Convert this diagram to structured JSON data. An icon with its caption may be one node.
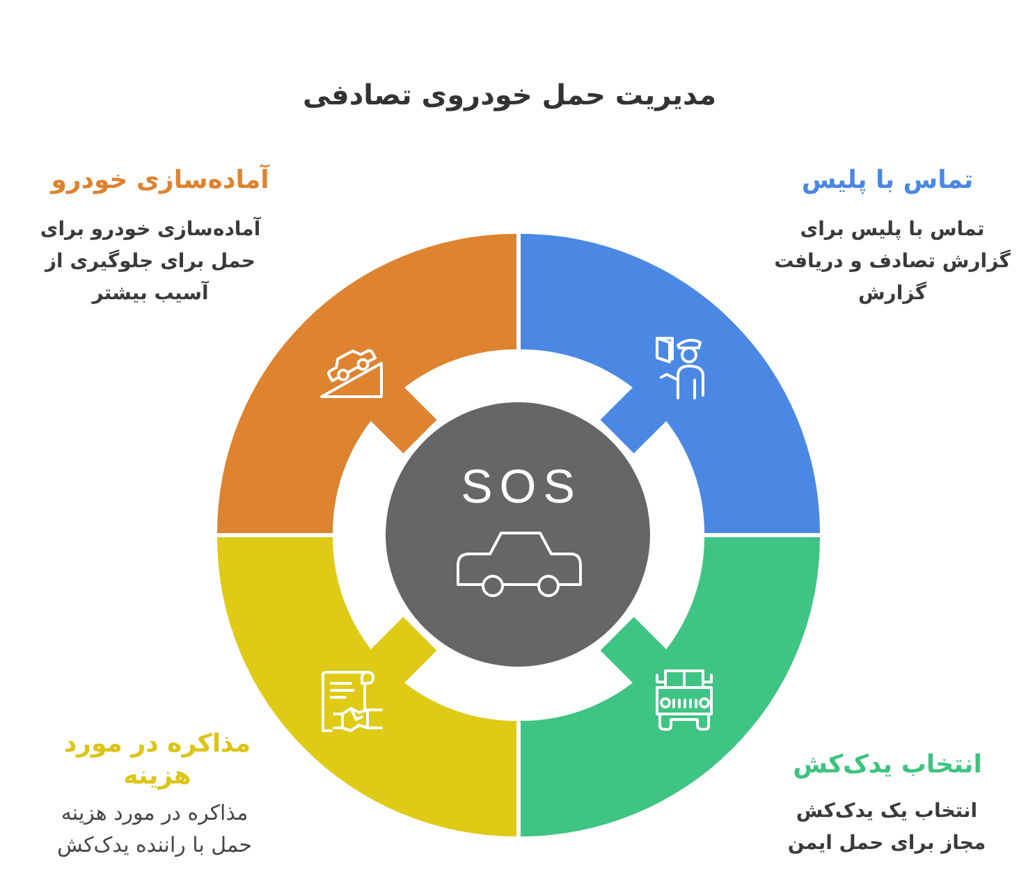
{
  "diagram": {
    "title": "مدیریت حمل خودروی تصادفی",
    "nodes": [
      {
        "text": [],
        "shape": "sector",
        "beside": [
          "تماس با پلیس",
          "تماس با پلیس برای گزارش تصادف و دریافت گزارش"
        ]
      },
      {
        "text": [],
        "shape": "sector",
        "beside": [
          "آماده‌سازی خودرو",
          "آماده‌سازی خودرو برای حمل برای جلوگیری از آسیب بیشتر"
        ]
      },
      {
        "text": [
          "SOS"
        ]
      },
      {
        "text": [],
        "shape": "sector",
        "beside": [
          "انتخاب یدک‌کش",
          "انتخاب یک یدک‌کش مجاز برای حمل ایمن"
        ]
      },
      {
        "text": [],
        "shape": "sector",
        "beside": [
          "مذاکره در مورد هزینه",
          "مذاکره در مورد هزینه حمل با راننده یدک‌کش"
        ]
      }
    ]
  }
}
